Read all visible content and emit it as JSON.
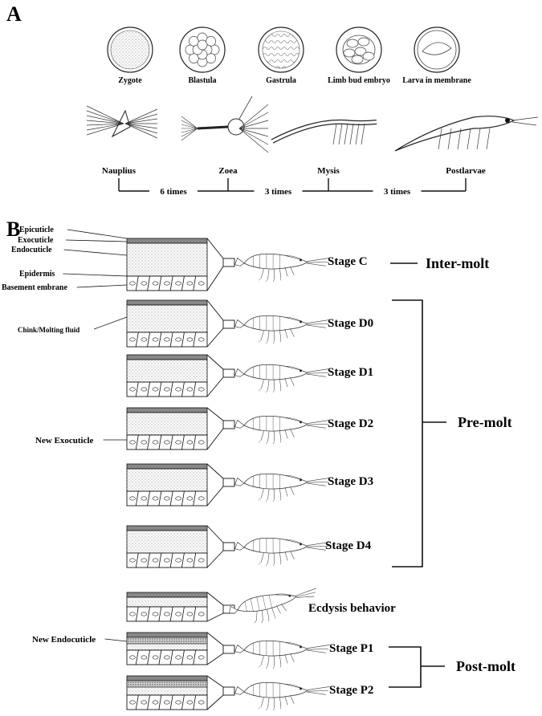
{
  "panel_a": {
    "label": "A",
    "embryo_stages": [
      {
        "name": "Zygote",
        "icon": "zygote-cell-icon"
      },
      {
        "name": "Blastula",
        "icon": "blastula-cell-icon"
      },
      {
        "name": "Gastrula",
        "icon": "gastrula-cell-icon"
      },
      {
        "name": "Limb bud embryo",
        "icon": "limb-bud-embryo-icon"
      },
      {
        "name": "Larva in membrane",
        "icon": "larva-in-membrane-icon"
      }
    ],
    "larval_stages": [
      {
        "name": "Nauplius",
        "icon": "nauplius-larva-icon"
      },
      {
        "name": "Zoea",
        "icon": "zoea-larva-icon"
      },
      {
        "name": "Mysis",
        "icon": "mysis-larva-icon"
      },
      {
        "name": "Postlarvae",
        "icon": "postlarvae-icon"
      }
    ],
    "transitions": [
      "6 times",
      "3 times",
      "3 times"
    ]
  },
  "panel_b": {
    "label": "B",
    "cuticle_layers": [
      "Epicuticle",
      "Exocuticle",
      "Endocuticle",
      "Epidermis",
      "Basement embrane"
    ],
    "annotations": {
      "chink": "Chink/Molting fluid",
      "new_exocuticle": "New Exocuticle",
      "new_endocuticle": "New Endocuticle"
    },
    "stages": [
      "Stage C",
      "Stage D0",
      "Stage D1",
      "Stage D2",
      "Stage D3",
      "Stage D4",
      "Ecdysis behavior",
      "Stage P1",
      "Stage P2"
    ],
    "phases": {
      "inter": "Inter-molt",
      "pre": "Pre-molt",
      "post": "Post-molt"
    }
  }
}
